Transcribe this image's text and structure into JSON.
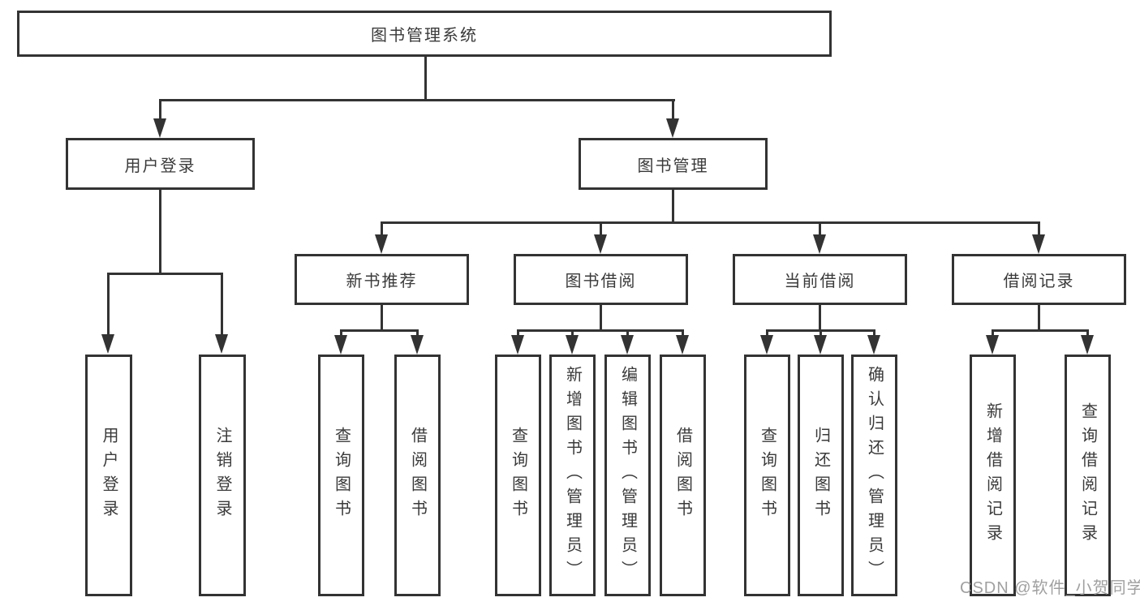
{
  "nodes": {
    "root": "图书管理系统",
    "user_login": "用户登录",
    "book_management": "图书管理",
    "new_book_recommend": "新书推荐",
    "book_borrowing": "图书借阅",
    "current_borrowing": "当前借阅",
    "borrowing_records": "借阅记录",
    "leaves": {
      "user_login": "用户登录",
      "logout": "注销登录",
      "query_book_recommend": "查询图书",
      "borrow_book_recommend": "借阅图书",
      "query_book_borrow": "查询图书",
      "add_book_admin": "新增图书（管理员）",
      "edit_book_admin": "编辑图书（管理员）",
      "borrow_book": "借阅图书",
      "query_book_current": "查询图书",
      "return_book": "归还图书",
      "confirm_return_admin": "确认归还（管理员）",
      "add_borrow_record": "新增借阅记录",
      "query_borrow_record": "查询借阅记录"
    }
  },
  "watermark": "CSDN @软件_小贺同学",
  "colors": {
    "line": "#333333",
    "text": "#3a3a3a",
    "background": "#ffffff",
    "watermark": "#a0a0a0"
  }
}
